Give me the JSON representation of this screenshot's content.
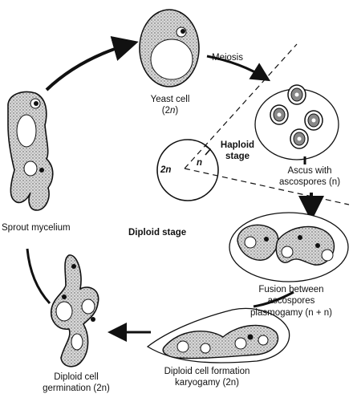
{
  "labels": {
    "yeast_cell": "Yeast cell",
    "yeast_cell_ploidy_pre": "(2",
    "yeast_cell_ploidy_n": "n",
    "yeast_cell_ploidy_post": ")",
    "meiosis": "Meiosis",
    "haploid_stage_line1": "Haploid",
    "haploid_stage_line2": "stage",
    "circle_left": "2n",
    "circle_right": "n",
    "ascus_line1": "Ascus with",
    "ascus_line2": "ascospores (n)",
    "sprout_mycelium": "Sprout mycelium",
    "diploid_stage": "Diploid stage",
    "fusion_line1": "Fusion between",
    "fusion_line2": "ascospores",
    "fusion_line3": "plasmogamy (n + n)",
    "diploid_formation_line1": "Diploid cell formation",
    "diploid_formation_line2": "karyogamy (2n)",
    "germination_line1": "Diploid cell",
    "germination_line2": "germination (2n)"
  },
  "colors": {
    "ink": "#111111",
    "stipple": "#9a9a9a",
    "background": "#ffffff"
  }
}
